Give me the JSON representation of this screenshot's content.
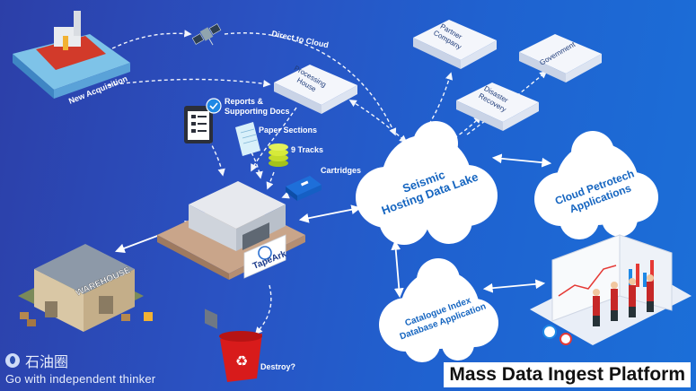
{
  "diagram": {
    "title": "Mass Data Ingest Platform",
    "labels": {
      "new_acquisition": "New Acquisition",
      "direct_to_cloud": "Direct to Cloud",
      "processing_house": [
        "Processing",
        "House"
      ],
      "partner_company": [
        "Partner",
        "Company"
      ],
      "government": "Government",
      "disaster_recovery": [
        "Disaster",
        "Recovery"
      ],
      "reports_docs": [
        "Reports &",
        "Supporting Docs"
      ],
      "paper_sections": "Paper Sections",
      "nine_tracks": "9 Tracks",
      "cartridges": "Cartridges",
      "seismic_lake": [
        "Seismic",
        "Hosting Data Lake"
      ],
      "cloud_petrotech": [
        "Cloud Petrotech",
        "Applications"
      ],
      "catalogue_index": [
        "Catalogue Index",
        "Database Application"
      ],
      "warehouse": "WAREHOUSE",
      "tapeark": "TapeArk",
      "destroy": "Destroy?"
    },
    "watermark": {
      "name": "石油圈",
      "tagline": "Go with independent thinker"
    }
  }
}
